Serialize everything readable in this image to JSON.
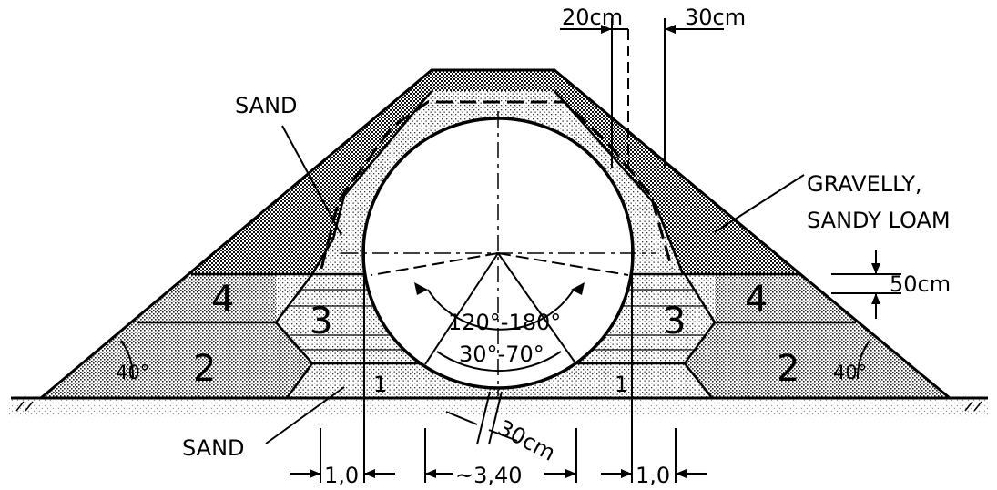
{
  "labels": {
    "sand_top": "SAND",
    "sand_bottom": "SAND",
    "loam_line1": "GRAVELLY,",
    "loam_line2": "SANDY LOAM",
    "dim_20cm": "20cm",
    "dim_30cm_top": "30cm",
    "dim_50cm": "50cm",
    "dim_30cm_bottom": "30cm",
    "angle_top": "120°-180°",
    "angle_bottom": "30°-70°",
    "angle_left": "40°",
    "angle_right": "40°",
    "dim_left": "1,0",
    "dim_center": "~3,40",
    "dim_right": "1,0"
  },
  "zones": {
    "zone_1_left": "1",
    "zone_1_right": "1",
    "zone_2_left": "2",
    "zone_2_right": "2",
    "zone_3_left": "3",
    "zone_3_right": "3",
    "zone_4_left": "4",
    "zone_4_right": "4"
  }
}
